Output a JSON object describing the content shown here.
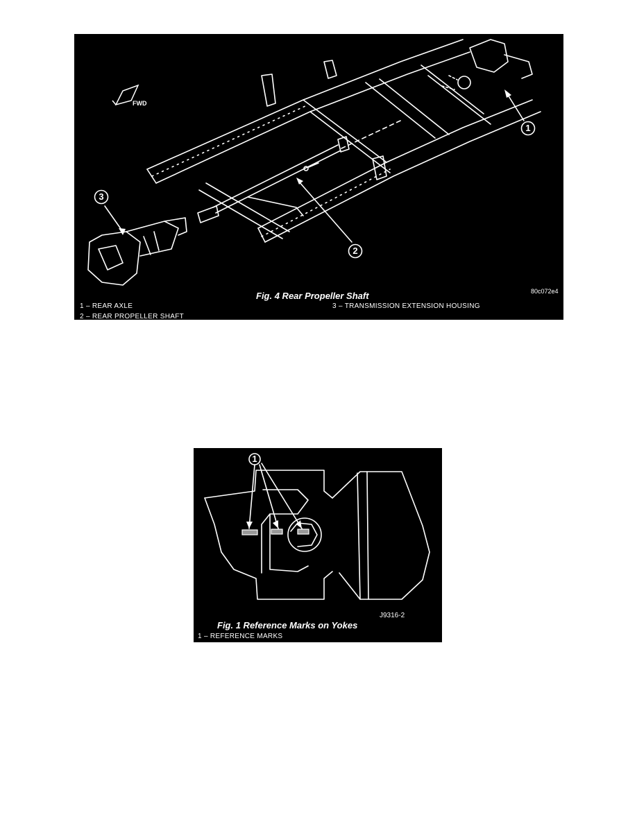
{
  "fig4": {
    "caption": "Fig. 4 Rear Propeller Shaft",
    "code": "80c072e4",
    "fwd_label": "FWD",
    "callouts": [
      "1",
      "2",
      "3"
    ],
    "legend": [
      "1 – REAR AXLE",
      "2 – REAR PROPELLER SHAFT",
      "3 – TRANSMISSION EXTENSION HOUSING"
    ]
  },
  "fig1": {
    "caption": "Fig. 1 Reference Marks on Yokes",
    "code": "J9316-2",
    "callouts": [
      "1"
    ],
    "legend": [
      "1 – REFERENCE MARKS"
    ]
  }
}
